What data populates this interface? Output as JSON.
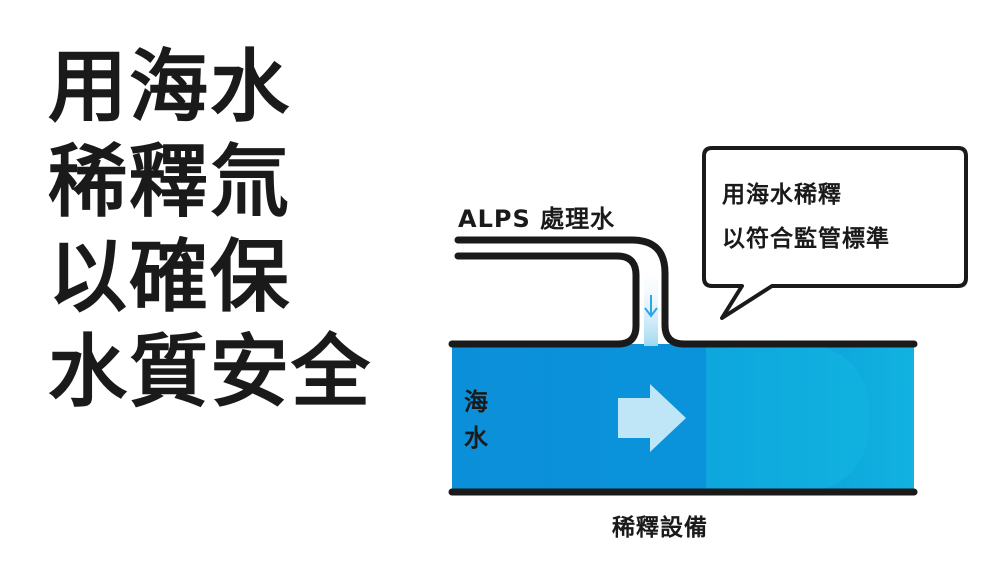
{
  "headline": {
    "lines": [
      "用海水",
      "稀釋氚",
      "以確保",
      "水質安全"
    ]
  },
  "diagram": {
    "inlet_label": "ALPS 處理水",
    "seawater_label": "海水",
    "facility_label": "稀釋設備",
    "callout": {
      "line1": "用海水稀釋",
      "line2": "以符合監管標準"
    }
  },
  "colors": {
    "text": "#1a1a1a",
    "pipe_stroke": "#1a1a1a",
    "seawater": "#0b8fd9",
    "seawater_light": "#10b5e0",
    "arrow": "#bfe6f6",
    "drip": "#2ba7e6"
  }
}
